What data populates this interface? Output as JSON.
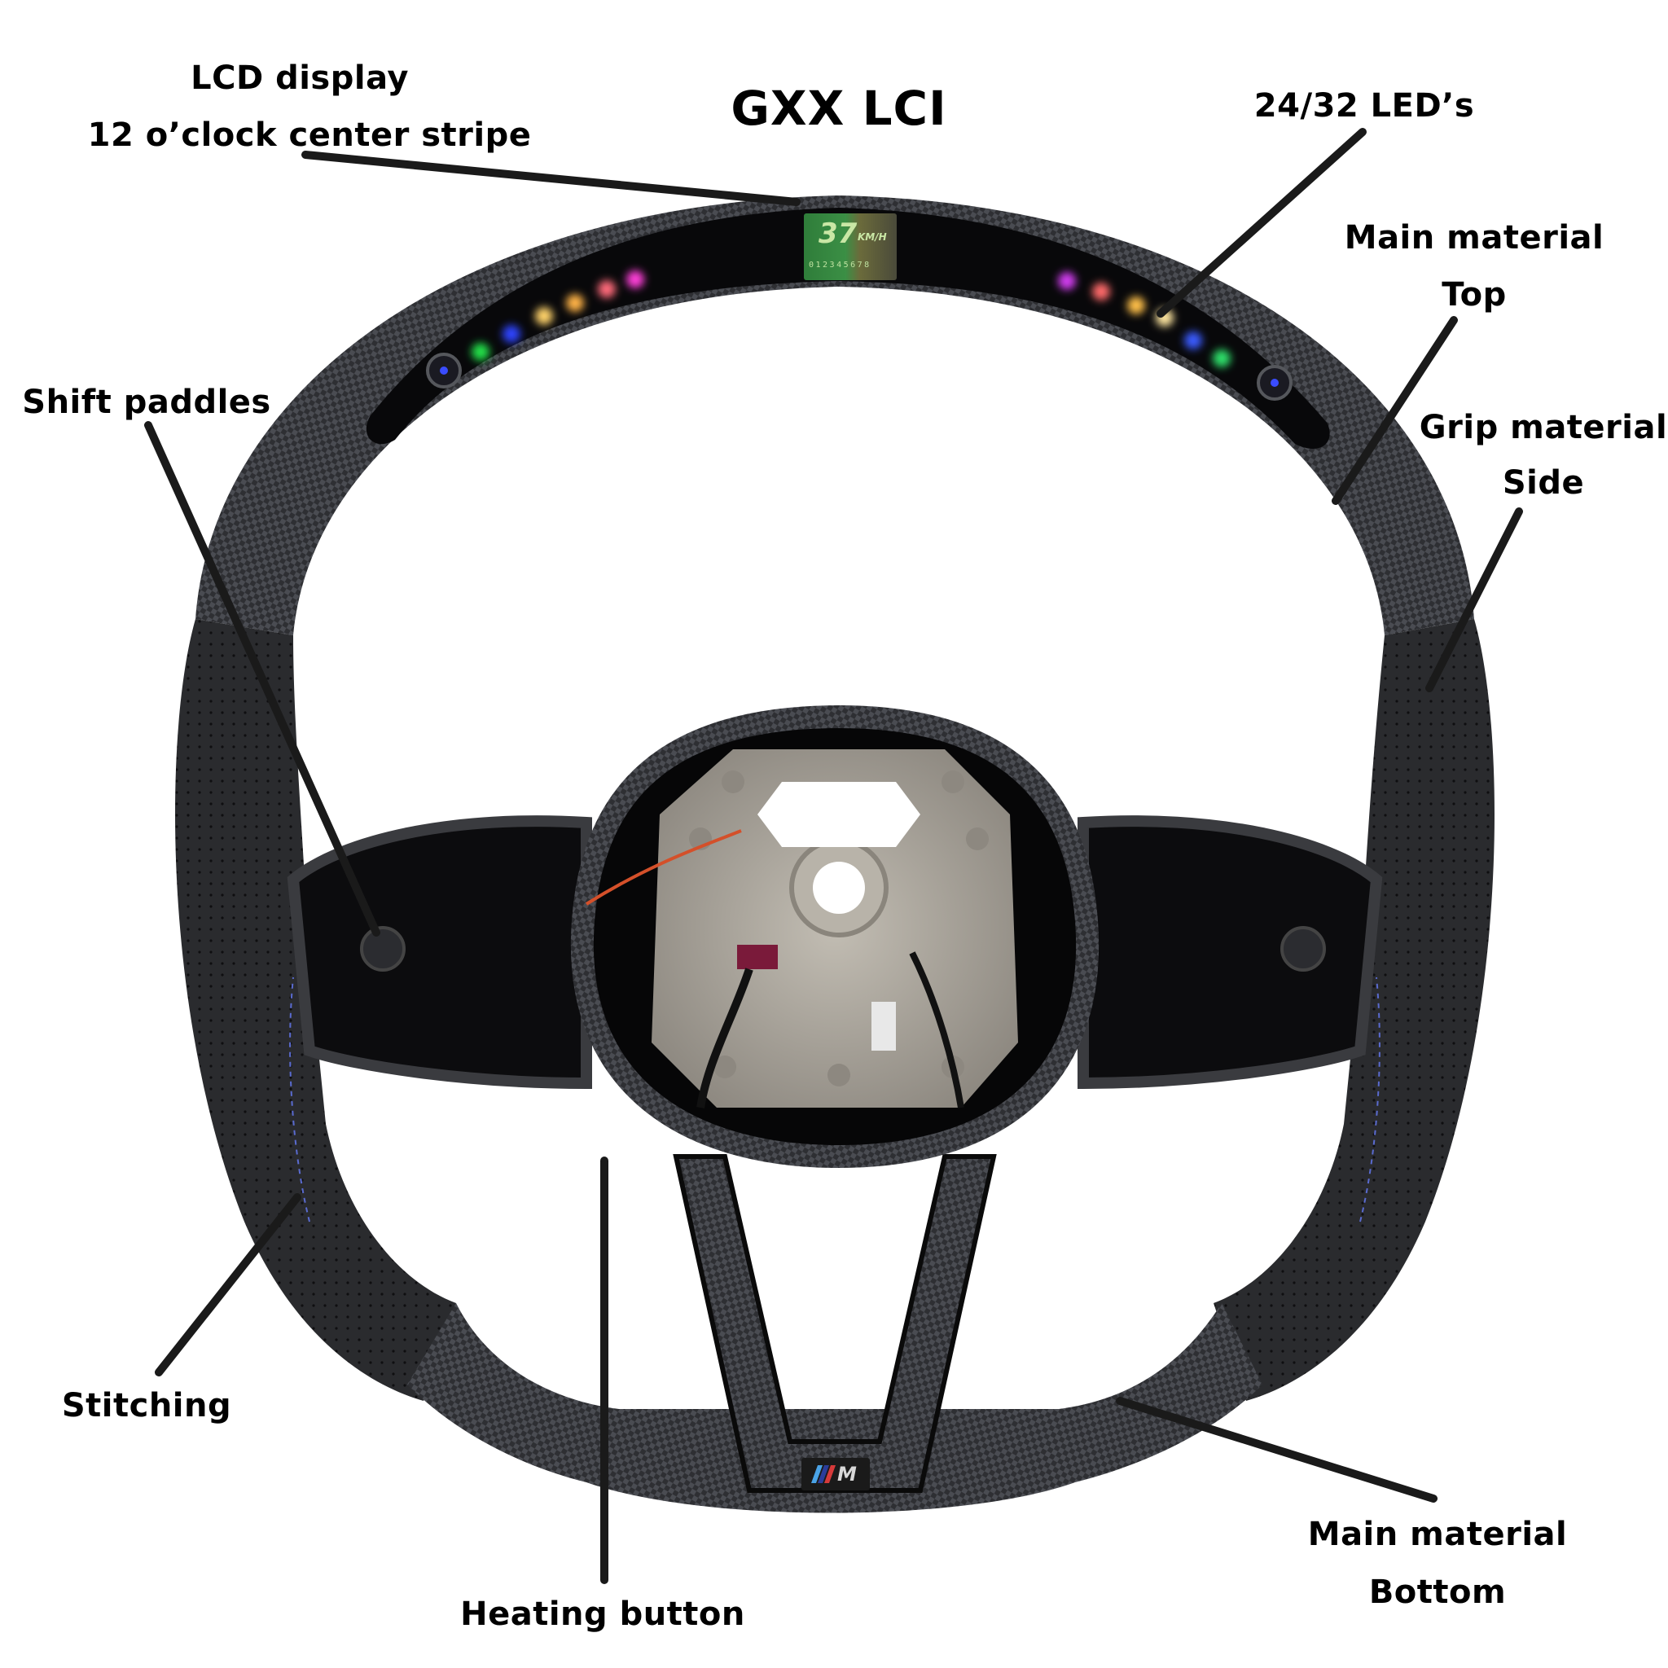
{
  "title": "GXX LCI",
  "callouts": {
    "lcd_display": {
      "line1": "LCD display",
      "line2": "12 o’clock center stripe"
    },
    "leds": {
      "text": "24/32 LED’s"
    },
    "main_material_top": {
      "line1": "Main material",
      "line2": "Top"
    },
    "grip_material_side": {
      "line1": "Grip material",
      "line2": "Side"
    },
    "shift_paddles": {
      "text": "Shift paddles"
    },
    "stitching": {
      "text": "Stitching"
    },
    "heating_button": {
      "text": "Heating button"
    },
    "main_material_bottom": {
      "line1": "Main material",
      "line2": "Bottom"
    }
  },
  "lcd_screen": {
    "speed": "37",
    "unit": "KM/H",
    "digits": "012345678"
  },
  "badge": {
    "letter": "M",
    "stripe_colors": [
      "#4aa3e6",
      "#2b3d9a",
      "#d63a3a"
    ]
  },
  "led_colors": {
    "left": [
      "#3a4cff",
      "#22e04a",
      "#2f45ff",
      "#ffd36a",
      "#ffb347",
      "#ff6a7a",
      "#ff40d9"
    ],
    "right": [
      "#d23df0",
      "#ff6a6a",
      "#ffc04a",
      "#ffe6a0",
      "#3a5cff",
      "#2ee06a",
      "#3a4cff"
    ]
  },
  "colors": {
    "rim_carbon": "#2a2b2e",
    "leather": "#1e1f21",
    "gloss_black": "#0a0a0c",
    "hub_metal": "#a9a49b",
    "leader_line": "#1a1a1a"
  }
}
